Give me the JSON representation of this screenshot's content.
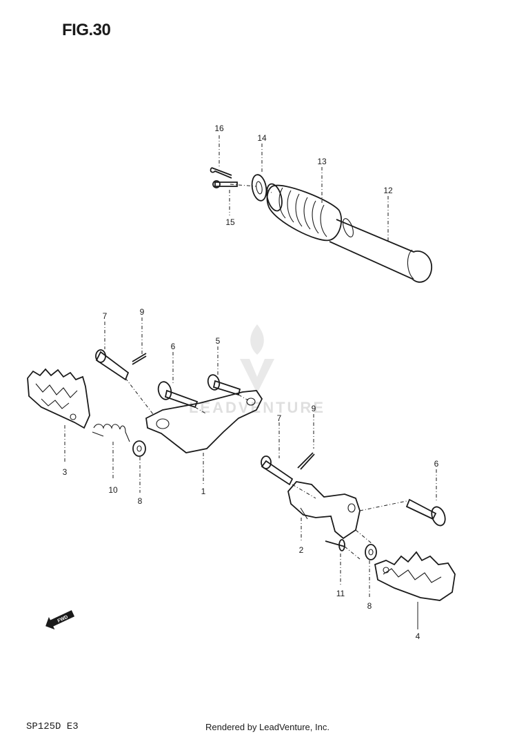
{
  "figure": {
    "title": "FIG.30",
    "model_code": "SP125D E3",
    "credit": "Rendered by LeadVenture, Inc."
  },
  "watermark": {
    "text": "LEADVENTURE"
  },
  "fwd_label": "FWD",
  "callouts": {
    "c1": "1",
    "c2": "2",
    "c3": "3",
    "c4": "4",
    "c5": "5",
    "c6a": "6",
    "c6b": "6",
    "c7a": "7",
    "c7b": "7",
    "c8a": "8",
    "c8b": "8",
    "c9a": "9",
    "c9b": "9",
    "c10": "10",
    "c11": "11",
    "c12": "12",
    "c13": "13",
    "c14": "14",
    "c15": "15",
    "c16": "16"
  }
}
